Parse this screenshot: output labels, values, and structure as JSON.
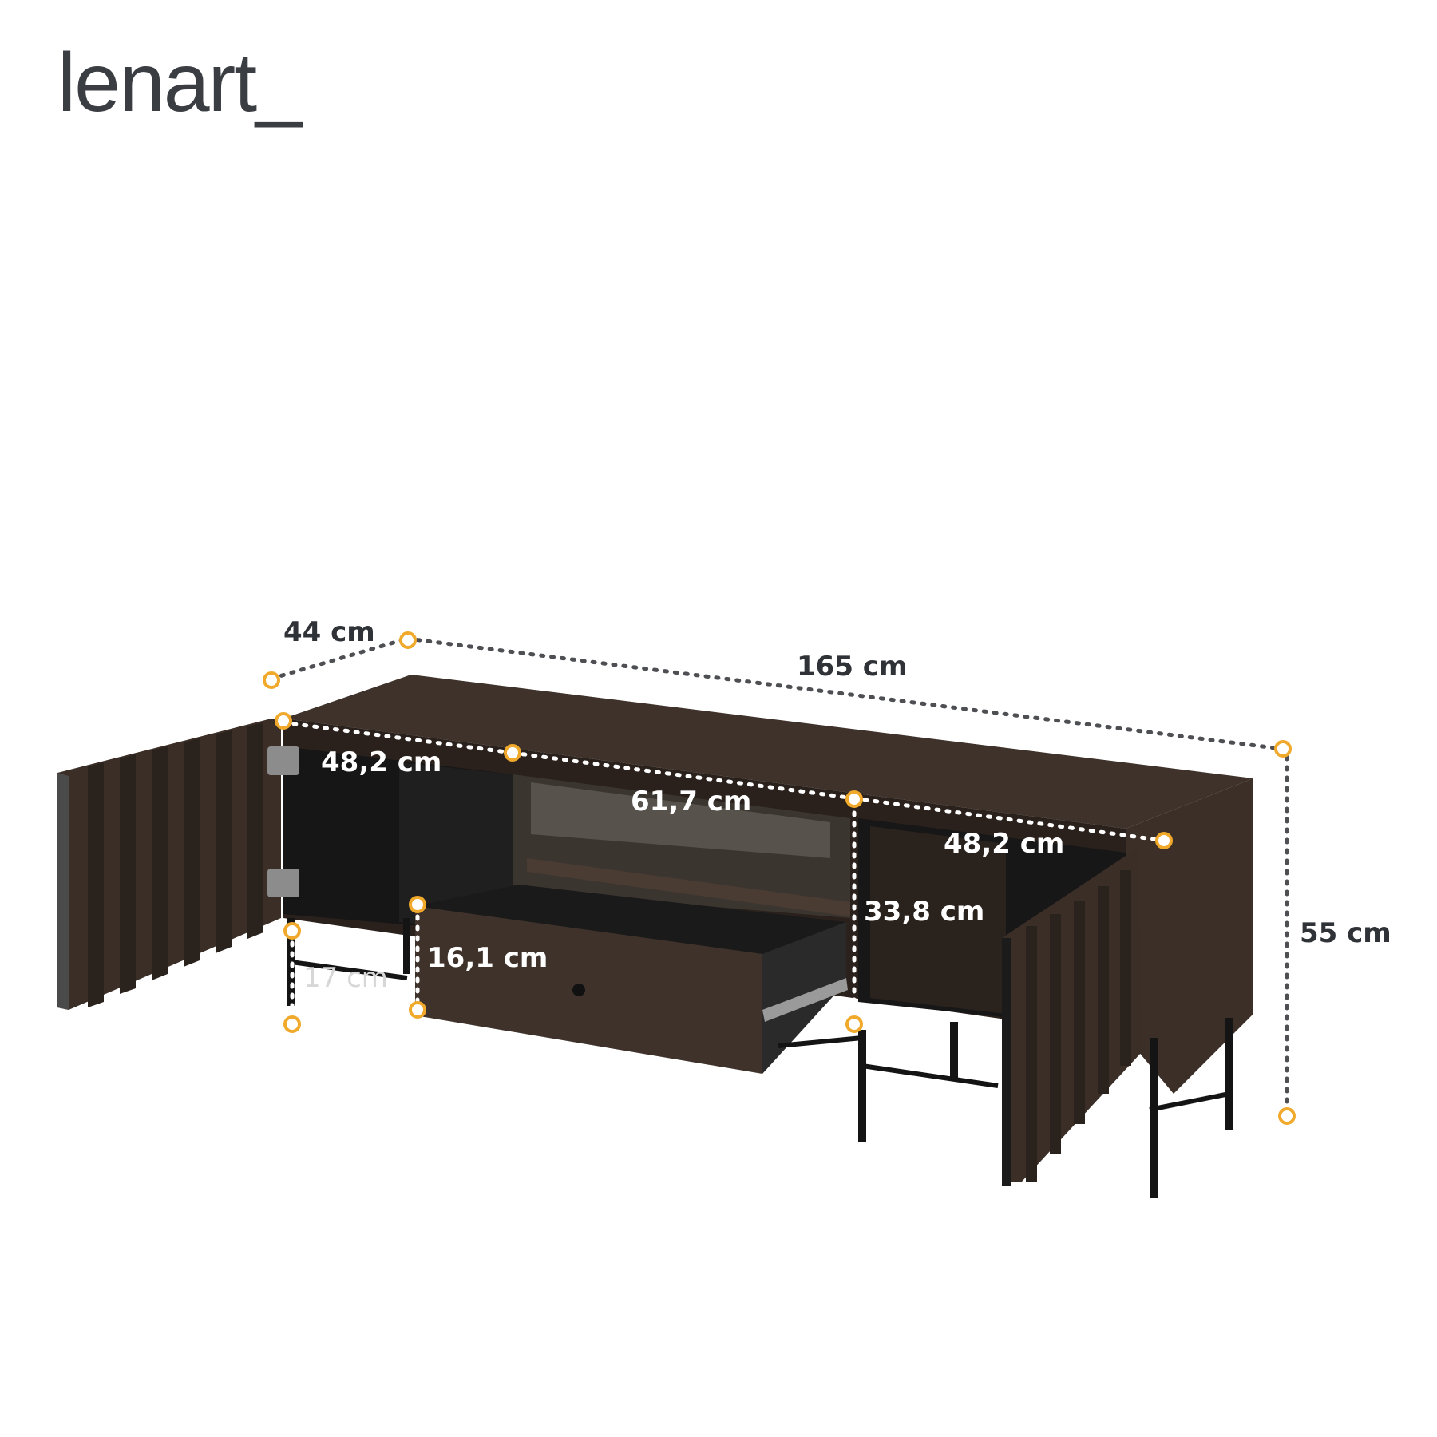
{
  "brand": {
    "logo_text": "lenart_"
  },
  "colors": {
    "wood_dark": "#3a2f28",
    "wood_mid": "#4a3c33",
    "interior_black": "#141414",
    "marker_orange": "#f0a92b",
    "dimension_line": "#4d4f53",
    "label_dark": "#2f3237"
  },
  "dimensions": {
    "depth": "44 cm",
    "width": "165 cm",
    "height": "55 cm",
    "left_compartment_width": "48,2 cm",
    "center_compartment_width": "61,7 cm",
    "right_compartment_width": "48,2 cm",
    "inner_height": "33,8 cm",
    "drawer_height": "16,1 cm",
    "leg_height": "17 cm"
  }
}
